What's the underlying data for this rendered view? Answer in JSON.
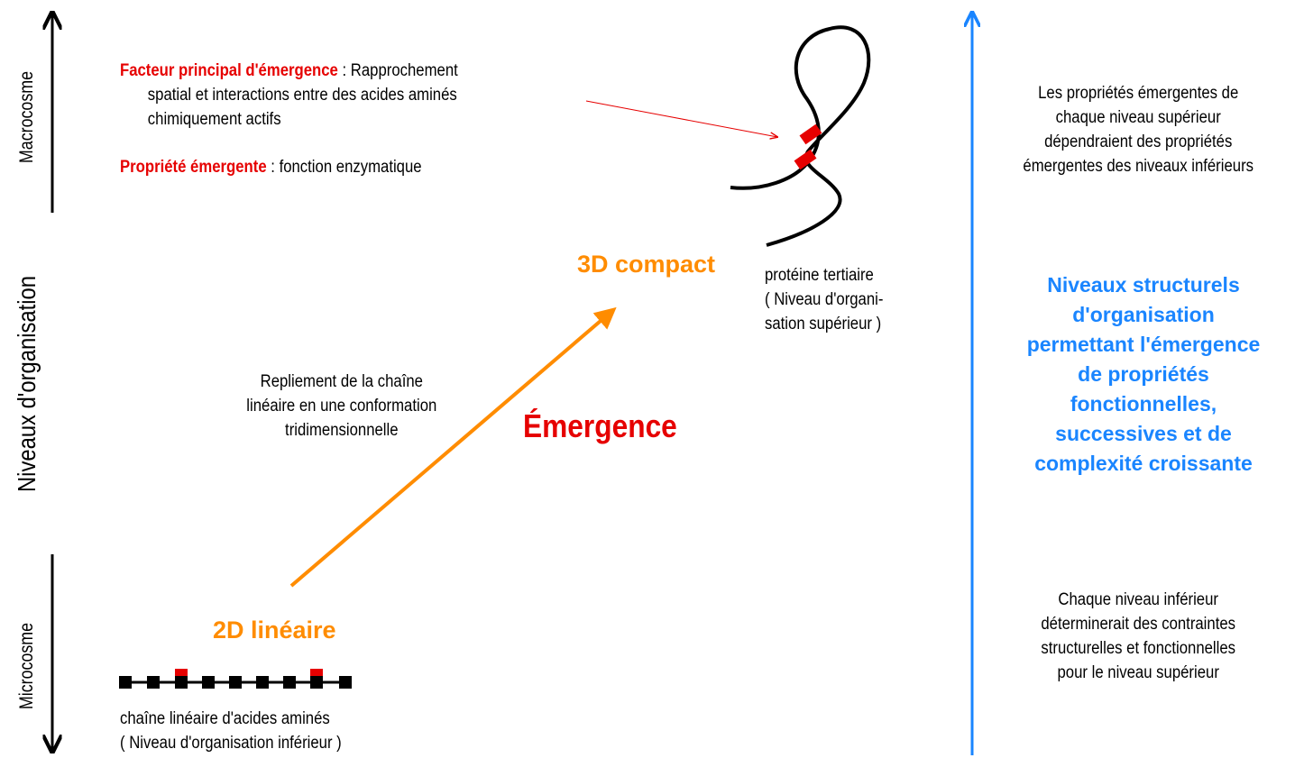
{
  "axis": {
    "macro": "Macrocosme",
    "levels": "Niveaux d'organisation",
    "micro": "Microcosme"
  },
  "top_left": {
    "factor_label": "Facteur principal d'émergence",
    "factor_sep": " : ",
    "factor_text": "Rapprochement",
    "factor_line2": "spatial et interactions entre des acides aminés",
    "factor_line3": "chimiquement actifs",
    "property_label": "Propriété émergente",
    "property_sep": " : ",
    "property_text": "fonction enzymatique"
  },
  "compact_label": "3D compact",
  "linear_label": "2D linéaire",
  "emergence_label": "Émergence",
  "folding_text": [
    "Repliement de la chaîne",
    "linéaire en une conformation",
    "tridimensionnelle"
  ],
  "tertiary_text": [
    "protéine tertiaire",
    "( Niveau d'organi-",
    "sation supérieur )"
  ],
  "chain_text": [
    "chaîne linéaire d'acides aminés",
    "( Niveau d'organisation inférieur )"
  ],
  "right": {
    "top_text": [
      "Les propriétés émergentes de",
      "chaque niveau supérieur",
      "dépendraient des propriétés",
      "émergentes des niveaux inférieurs"
    ],
    "blue_text": [
      "Niveaux structurels",
      "d'organisation",
      "permettant l'émergence",
      "de propriétés",
      "fonctionnelles,",
      "successives et de",
      "complexité croissante"
    ],
    "bottom_text": [
      "Chaque niveau inférieur",
      "déterminerait des contraintes",
      "structurelles et fonctionnelles",
      "pour le niveau supérieur"
    ]
  },
  "colors": {
    "red": "#e60000",
    "orange": "#ff8c00",
    "blue": "#1a85ff",
    "black": "#000000"
  }
}
